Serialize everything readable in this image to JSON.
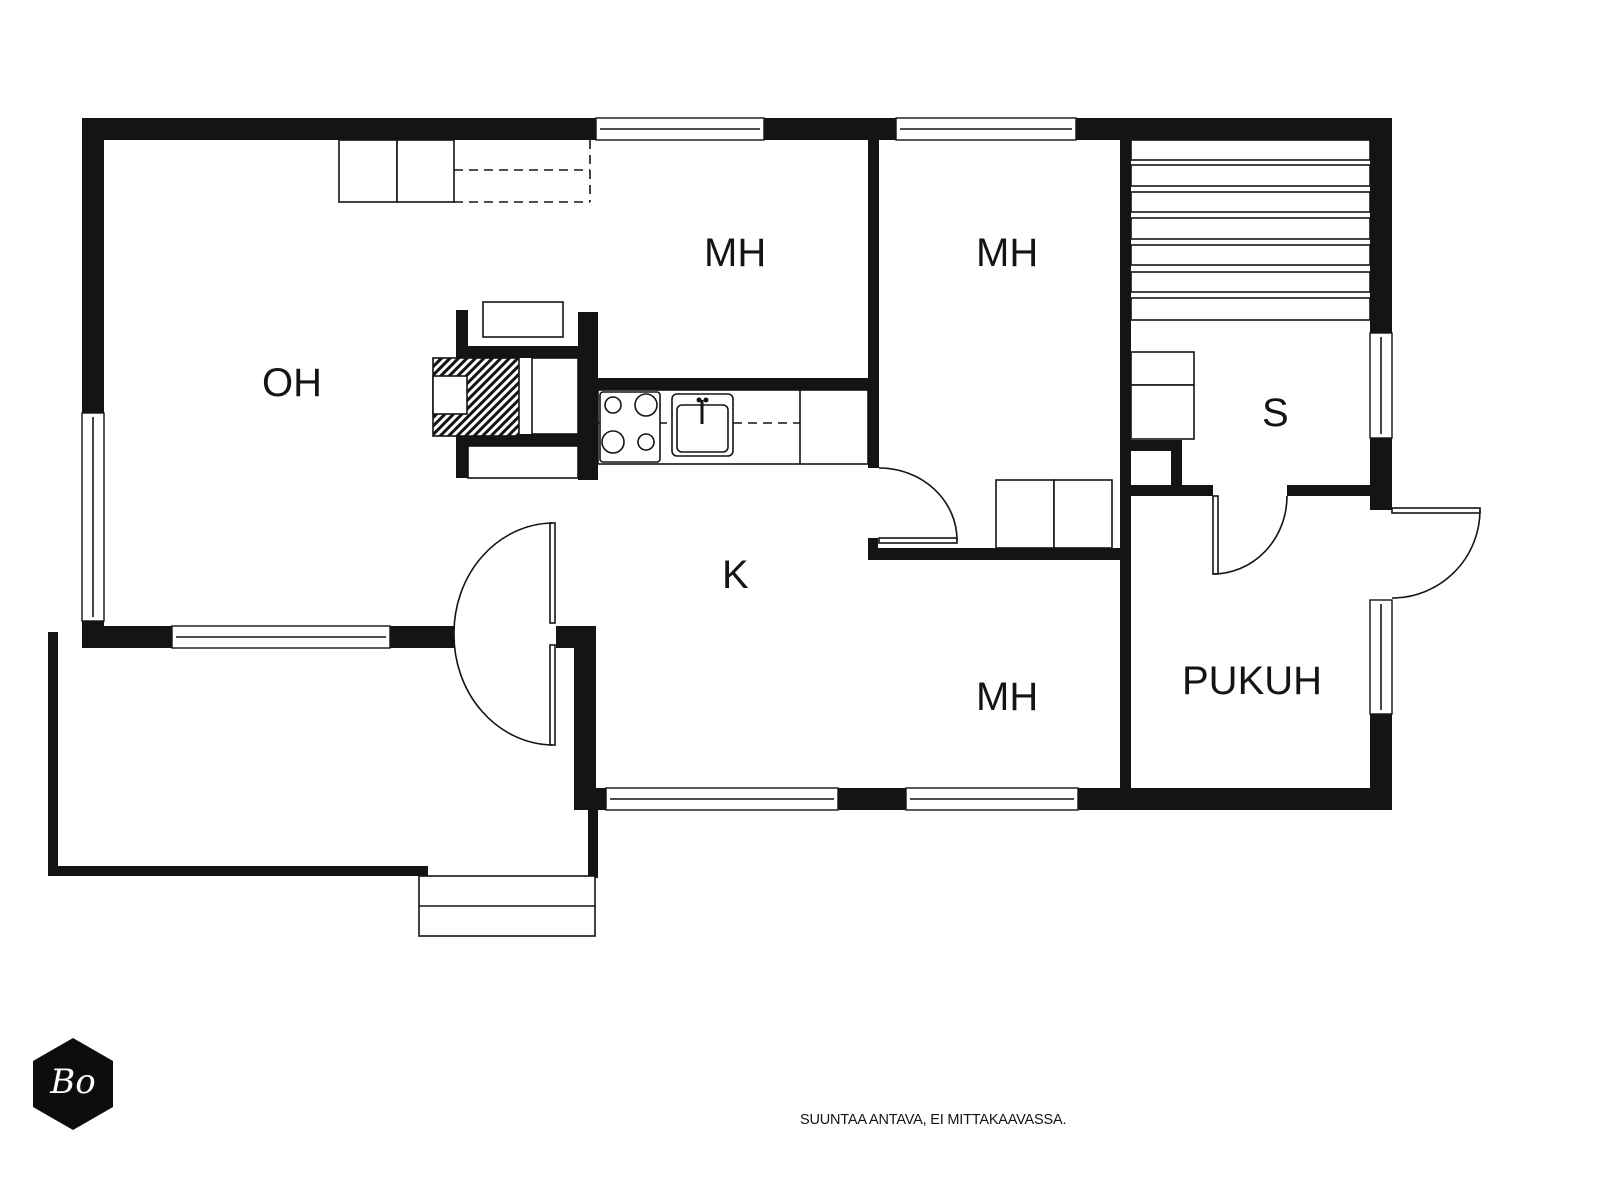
{
  "rooms": {
    "oh": "OH",
    "mh_1": "MH",
    "mh_2": "MH",
    "mh_3": "MH",
    "k": "K",
    "s": "S",
    "pukuh": "PUKUH"
  },
  "footer": {
    "disclaimer": "SUUNTAA ANTAVA, EI MITTAKAAVASSA.",
    "logo_text": "Bo"
  },
  "colors": {
    "wall": "#141414",
    "background": "#ffffff",
    "hatch": "#141414"
  }
}
